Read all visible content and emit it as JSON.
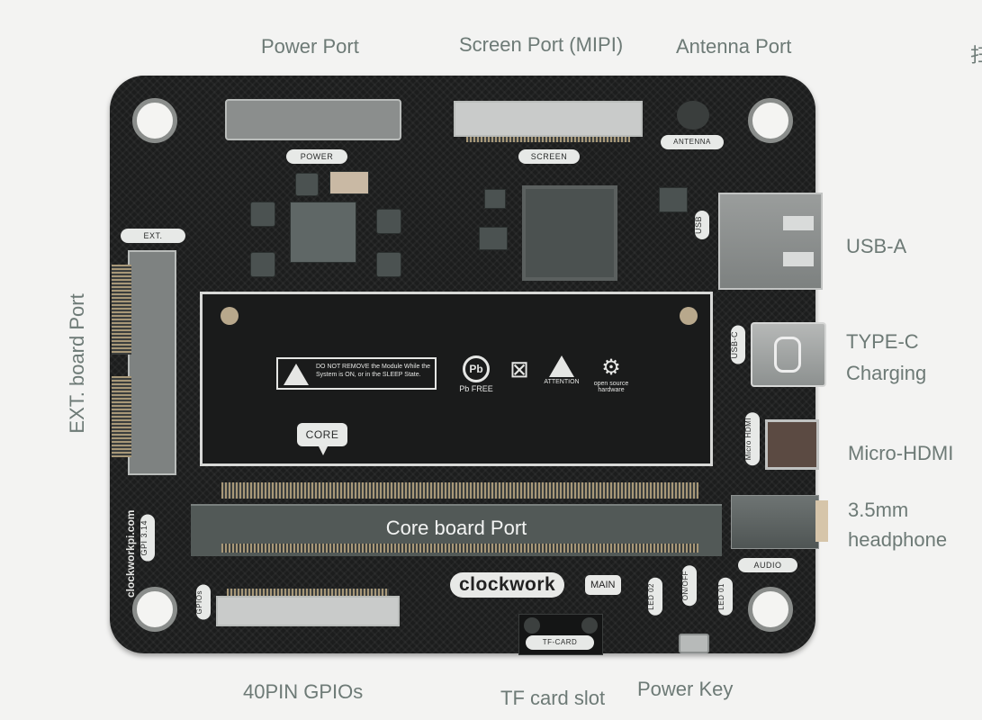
{
  "callouts": {
    "power_port": "Power Port",
    "screen_port": "Screen Port (MIPI)",
    "antenna_port": "Antenna Port",
    "usb_a": "USB-A",
    "type_c_line1": "TYPE-C",
    "type_c_line2": "Charging",
    "micro_hdmi": "Micro-HDMI",
    "headphone_line1": "3.5mm",
    "headphone_line2": "headphone",
    "ext_board_port": "EXT. board Port",
    "gpios": "40PIN GPIOs",
    "tf_card": "TF card slot",
    "power_key": "Power Key",
    "edge_fragment": "扫"
  },
  "silkscreen": {
    "power": "POWER",
    "screen": "SCREEN",
    "antenna": "ANTENNA",
    "ext": "EXT.",
    "usb": "USB",
    "usb_c": "USB-C",
    "micro_hdmi": "Micro HDMI",
    "audio": "AUDIO",
    "core": "CORE",
    "core_board_port": "Core board Port",
    "brand": "clockwork",
    "main": "MAIN",
    "tf_card": "TF-CARD",
    "led02": "LED 02",
    "onoff": "ON/OFF",
    "led01": "LED 01",
    "gpios": "GPIOs",
    "gpi_version": "GPI 3.14",
    "website": "clockworkpi.com",
    "warning": "DO NOT REMOVE the Module While the System is ON, or in the SLEEP State.",
    "pb_free": "Pb FREE",
    "attention": "ATTENTION",
    "open_source": "open source hardware"
  },
  "colors": {
    "pcb": "#1c1d1d",
    "background": "#f3f3f2",
    "callout_text": "#6d7a76"
  }
}
